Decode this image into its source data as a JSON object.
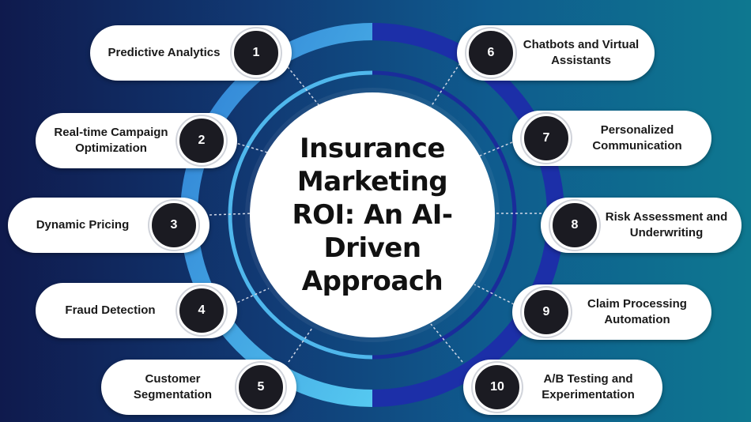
{
  "title": "Insurance Marketing ROI: An AI-Driven Approach",
  "items": [
    {
      "number": "1",
      "label": "Predictive Analytics"
    },
    {
      "number": "2",
      "label": "Real-time Campaign\nOptimization"
    },
    {
      "number": "3",
      "label": "Dynamic Pricing"
    },
    {
      "number": "4",
      "label": "Fraud Detection"
    },
    {
      "number": "5",
      "label": "Customer\nSegmentation"
    },
    {
      "number": "6",
      "label": "Chatbots and Virtual\nAssistants"
    },
    {
      "number": "7",
      "label": "Personalized\nCommunication"
    },
    {
      "number": "8",
      "label": "Risk Assessment and\nUnderwriting"
    },
    {
      "number": "9",
      "label": "Claim Processing\nAutomation"
    },
    {
      "number": "10",
      "label": "A/B Testing and\nExperimentation"
    }
  ],
  "colors": {
    "ring_light": "#3fa9e8",
    "ring_dark": "#1a2a9a",
    "badge": "#1b1b22"
  }
}
